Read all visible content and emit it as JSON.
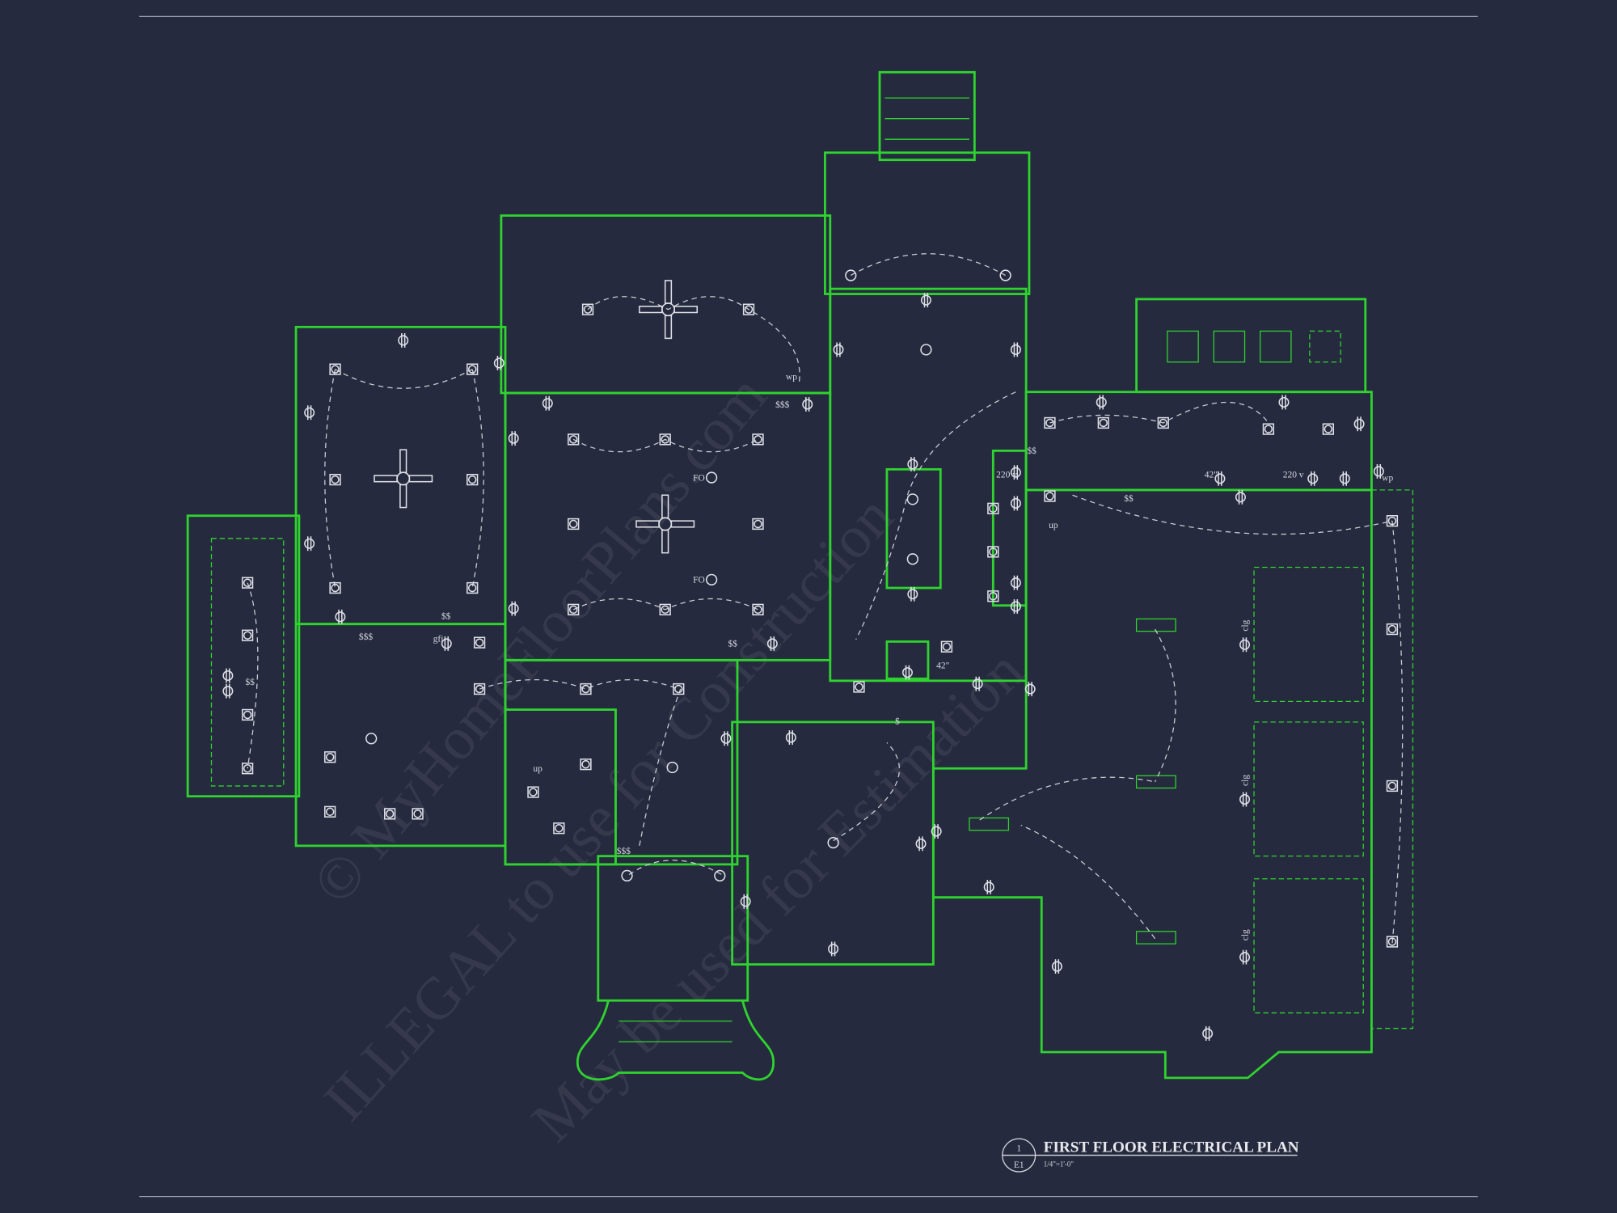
{
  "drawing": {
    "title": "FIRST FLOOR ELECTRICAL PLAN",
    "scale": "1/4\"=1'-0\"",
    "detail_number": "1",
    "sheet_number": "E1",
    "colors": {
      "background": "#262a3e",
      "walls": "#2fd32f",
      "fixtures": "#dfe1e8"
    }
  },
  "watermark": {
    "line1": "© MyHomeFloorPlans.com",
    "line2": "ILLEGAL to use for Construction",
    "line3": "May be used for Estimation"
  },
  "labels": {
    "fo": "FO",
    "v220": "220 v",
    "in42": "42\"",
    "wp": "wp",
    "gfi": "gfi",
    "up": "up",
    "clg": "clg",
    "s1": "$",
    "s2": "$$",
    "s3": "$$$"
  }
}
